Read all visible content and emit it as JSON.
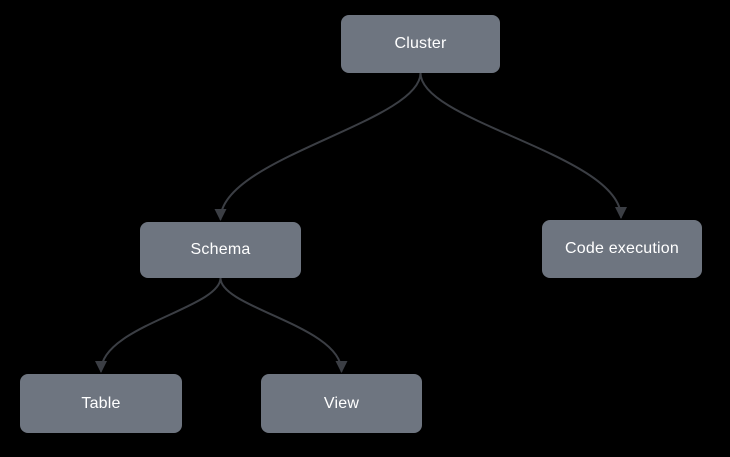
{
  "colors": {
    "background": "#000000",
    "node_fill": "#6e7580",
    "node_text": "#ffffff",
    "connector": "#3b3e44"
  },
  "nodes": {
    "cluster": {
      "label": "Cluster"
    },
    "schema": {
      "label": "Schema"
    },
    "code_execution": {
      "label": "Code execution"
    },
    "table": {
      "label": "Table"
    },
    "view": {
      "label": "View"
    }
  },
  "edges": [
    {
      "from": "cluster",
      "to": "schema"
    },
    {
      "from": "cluster",
      "to": "code_execution"
    },
    {
      "from": "schema",
      "to": "table"
    },
    {
      "from": "schema",
      "to": "view"
    }
  ]
}
